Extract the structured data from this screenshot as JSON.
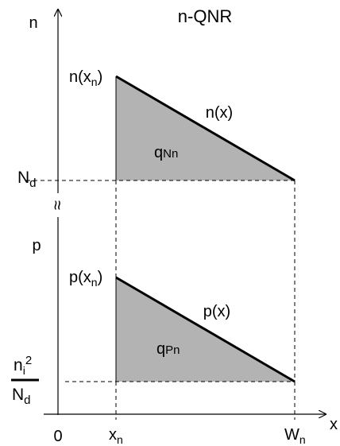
{
  "title": "n-QNR",
  "upper_panel": {
    "axis_label": "n",
    "peak_label_main": "n(x",
    "peak_label_sub": "n",
    "peak_label_close": ")",
    "curve_label": "n(x)",
    "region_label_q": "q",
    "region_label_rest": "Nn",
    "baseline_label_main": "N",
    "baseline_label_sub": "d"
  },
  "lower_panel": {
    "axis_label": "p",
    "peak_label_main": "p(x",
    "peak_label_sub": "n",
    "peak_label_close": ")",
    "curve_label": "p(x)",
    "region_label_q": "q",
    "region_label_rest": "Pn",
    "baseline_num_main": "n",
    "baseline_num_sub": "i",
    "baseline_num_sup": "2",
    "baseline_den_main": "N",
    "baseline_den_sub": "d"
  },
  "x_axis": {
    "label": "x",
    "origin_label": "0",
    "xn_main": "x",
    "xn_sub": "n",
    "wn_main": "W",
    "wn_sub": "n"
  },
  "break_symbol": "≈",
  "colors": {
    "fill": "#b3b3b3",
    "line": "#000000",
    "dashed": "#000000"
  }
}
